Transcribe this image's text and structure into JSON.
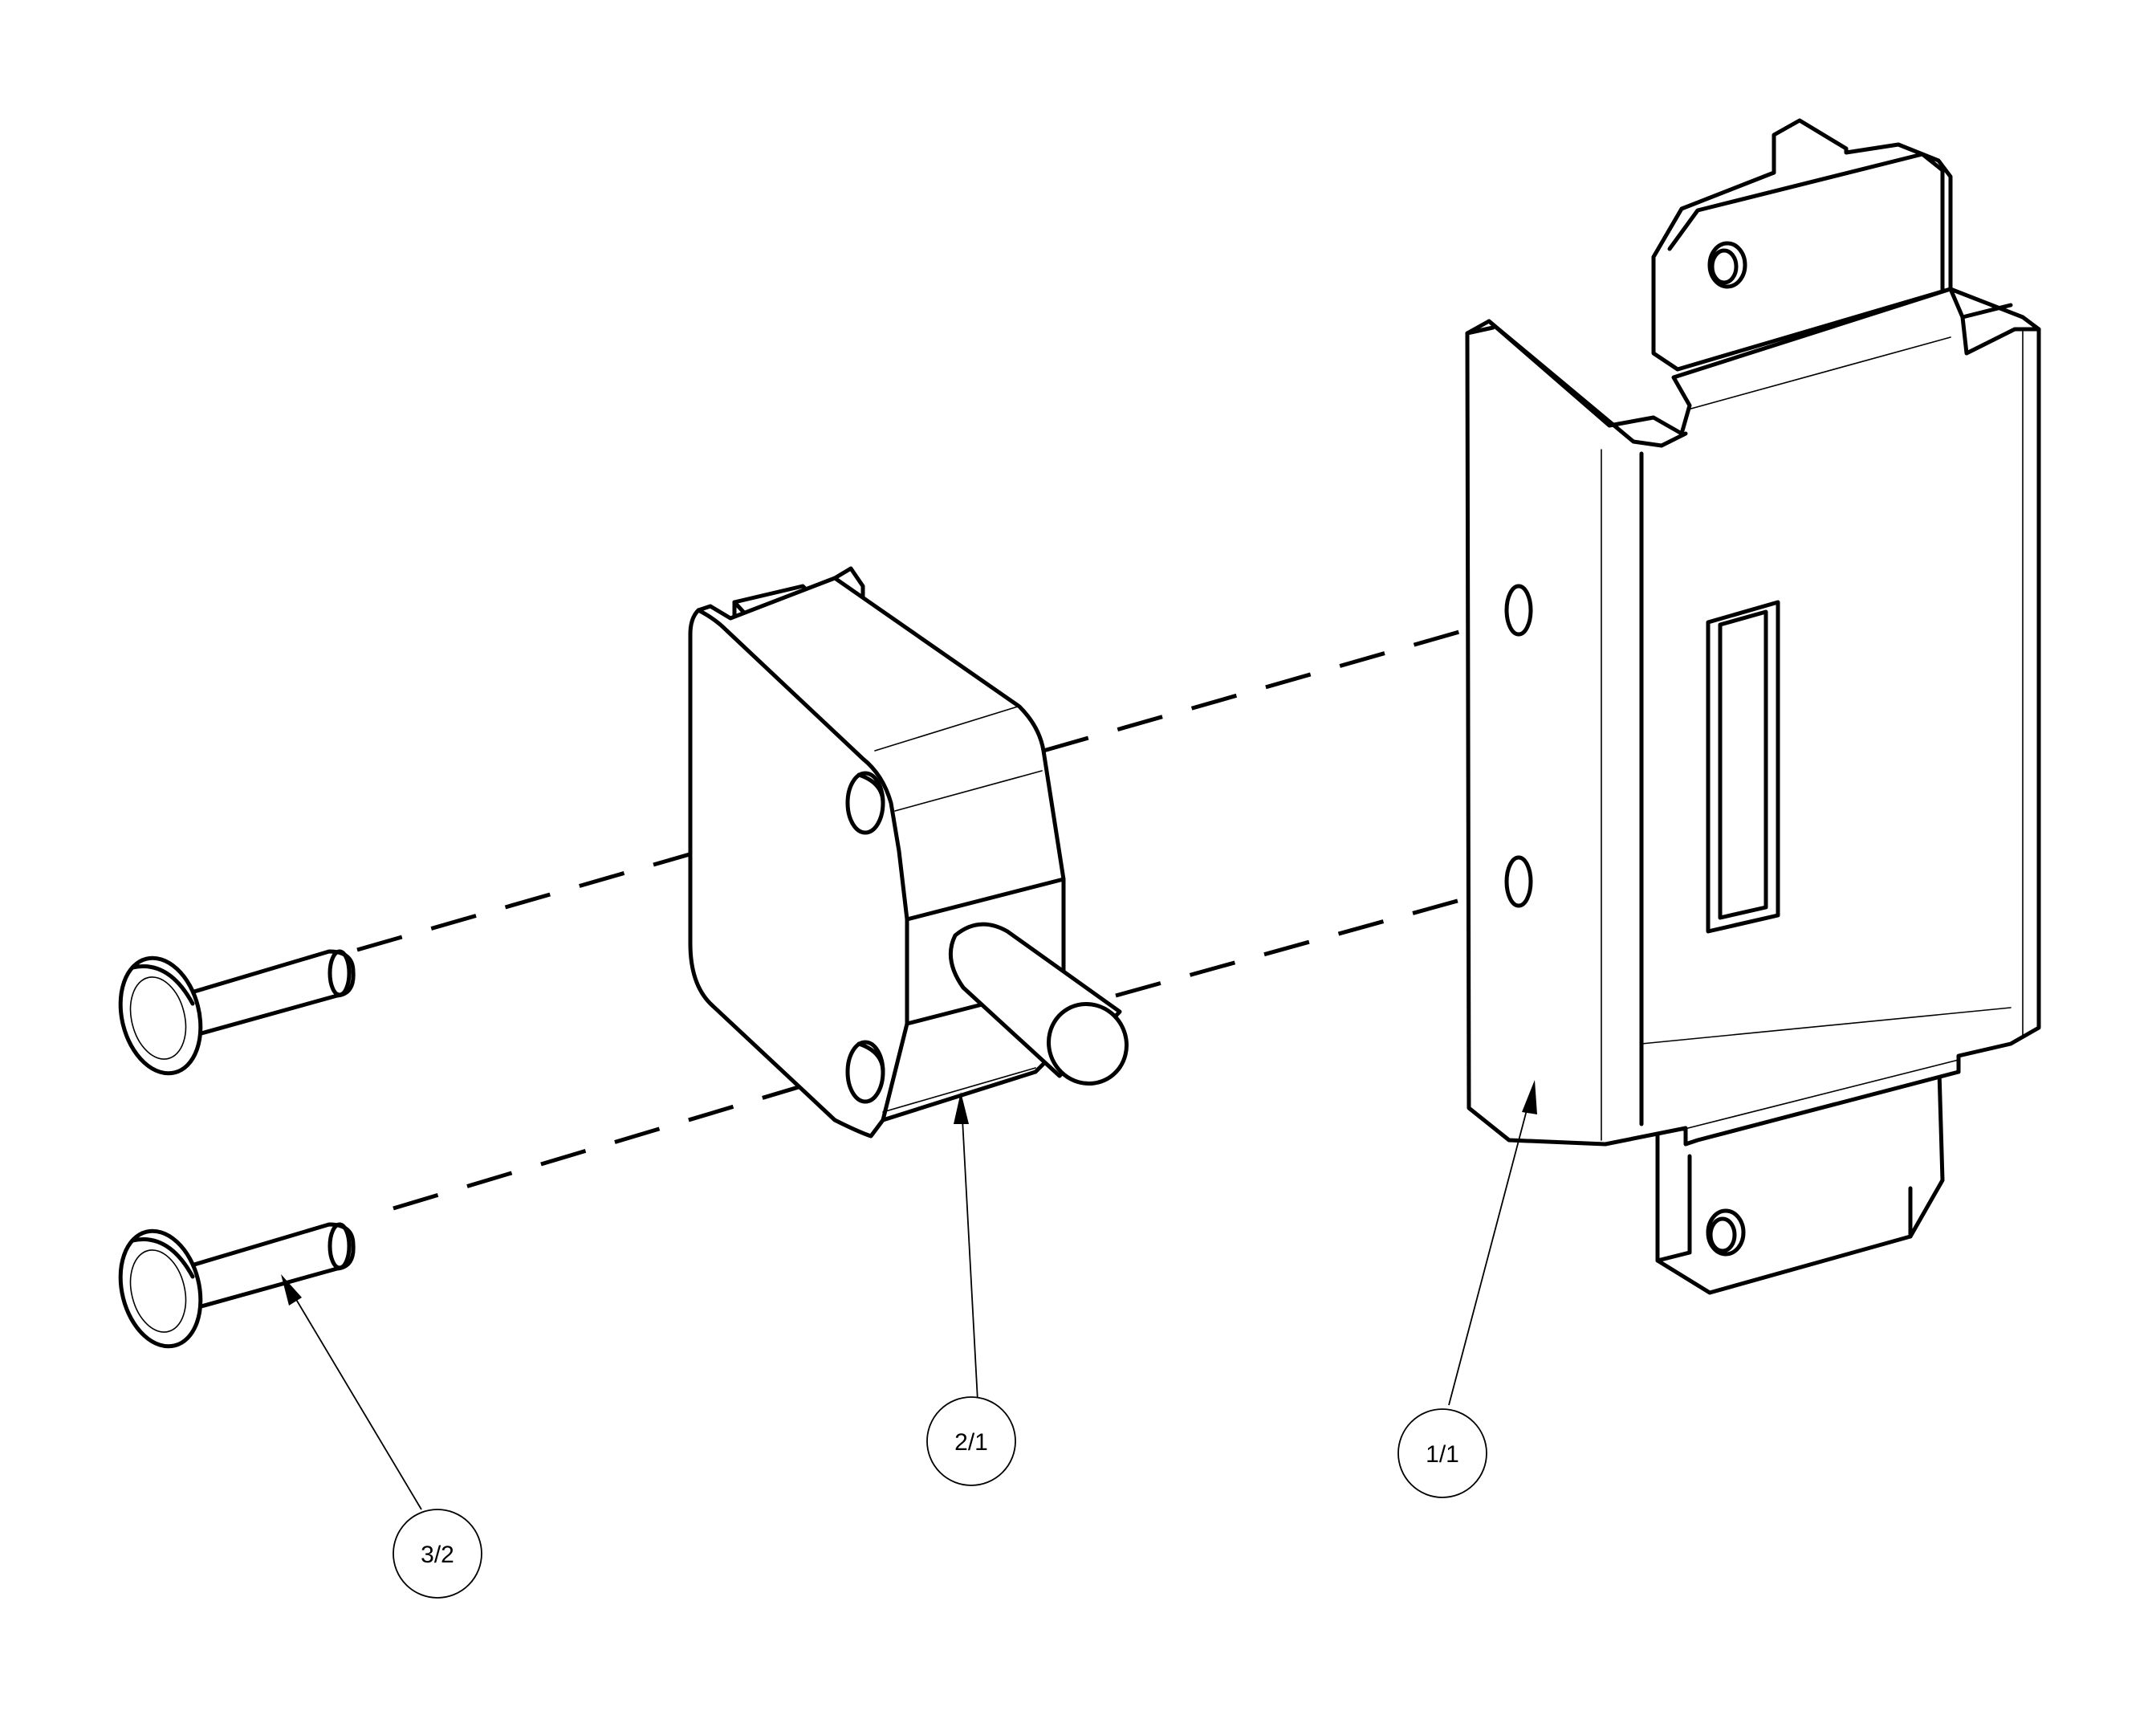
{
  "balloons": [
    {
      "id": "balloon-1",
      "label": "1/1"
    },
    {
      "id": "balloon-2",
      "label": "2/1"
    },
    {
      "id": "balloon-3",
      "label": "3/2"
    }
  ],
  "colors": {
    "line": "#000000",
    "background": "#ffffff"
  }
}
